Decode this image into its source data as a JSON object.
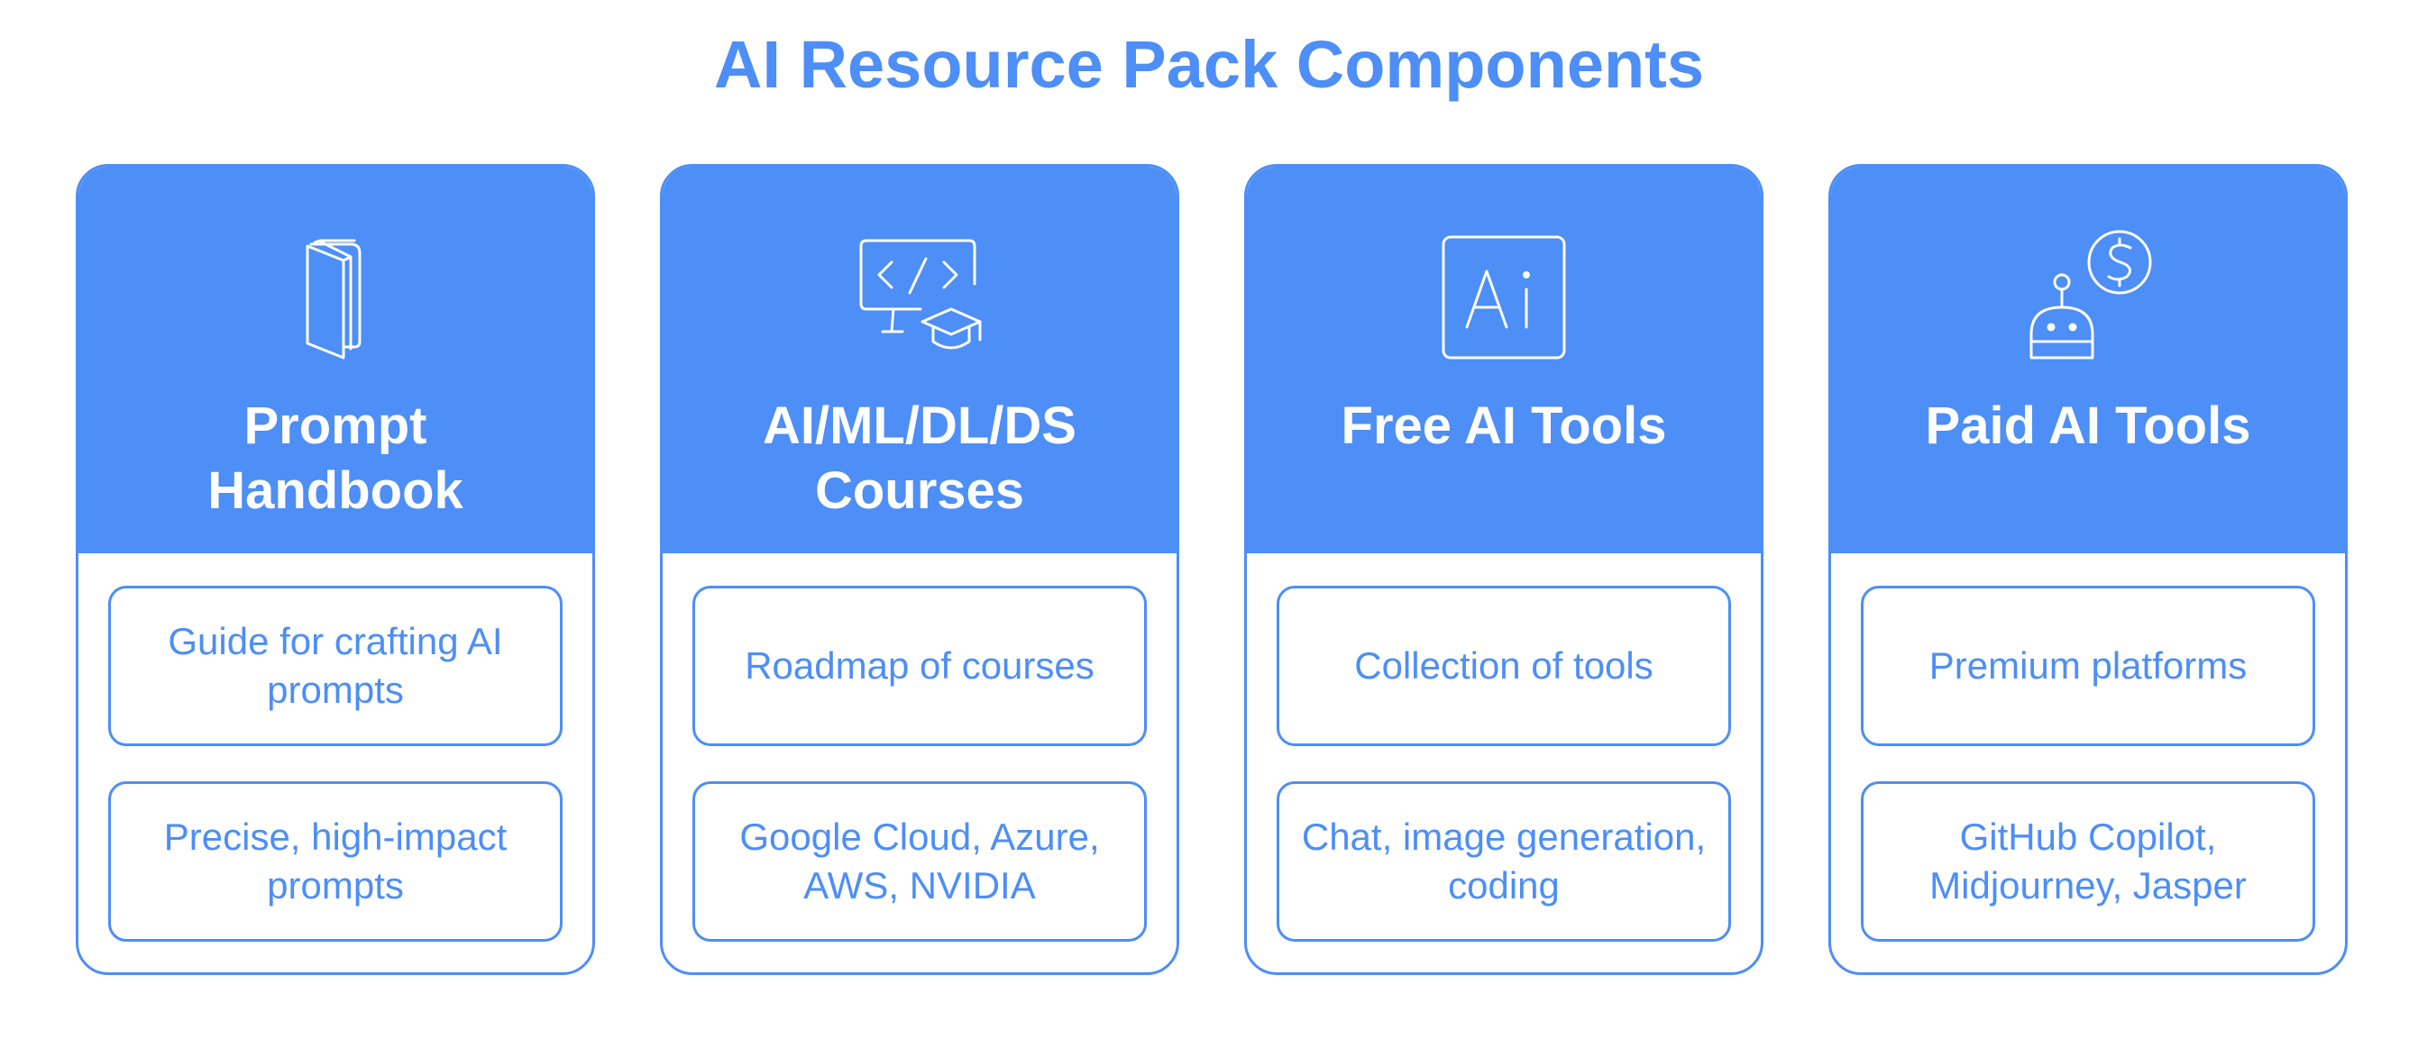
{
  "title": "AI Resource Pack Components",
  "colors": {
    "accent": "#4d8ef7",
    "background": "#ffffff",
    "header_text": "#ffffff"
  },
  "cards": [
    {
      "icon": "book-icon",
      "title": "Prompt\nHandbook",
      "items": [
        "Guide for crafting AI prompts",
        "Precise, high-impact prompts"
      ]
    },
    {
      "icon": "code-graduation-cap-icon",
      "title": "AI/ML/DL/DS\nCourses",
      "items": [
        "Roadmap of courses",
        "Google Cloud, Azure, AWS, NVIDIA"
      ]
    },
    {
      "icon": "ai-logo-icon",
      "title": "Free AI Tools",
      "items": [
        "Collection of tools",
        "Chat, image generation, coding"
      ]
    },
    {
      "icon": "robot-dollar-icon",
      "title": "Paid AI Tools",
      "items": [
        "Premium platforms",
        "GitHub Copilot, Midjourney, Jasper"
      ]
    }
  ]
}
